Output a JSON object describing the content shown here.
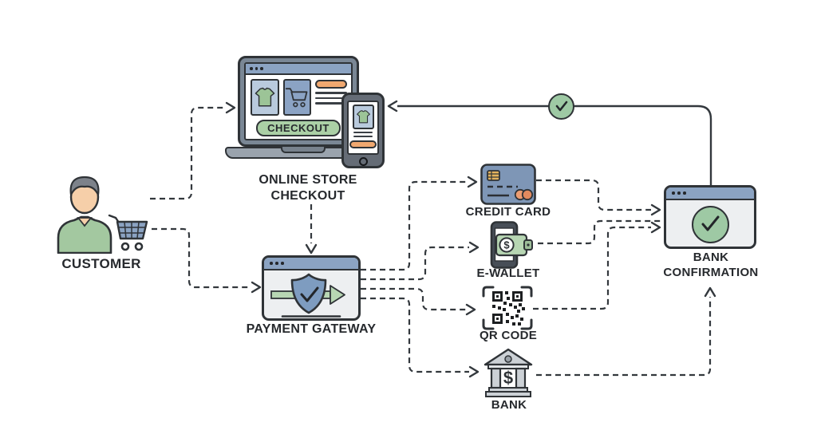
{
  "diagram": {
    "name": "Online payment flow diagram",
    "background": "#ffffff",
    "colors": {
      "outline": "#2f3337",
      "slate_blue_bar": "#8ba3c2",
      "slate_blue_card": "#7e96b6",
      "slate_blue_light": "#b9cadd",
      "shield_blue": "#7e9cc0",
      "button_green": "#abd0a6",
      "check_green": "#9ec9a4",
      "shirt_green": "#9cc497",
      "wallet_green": "#b7d6b3",
      "orange": "#f0a870",
      "window_body": "#edeff1",
      "device_gray": "#7a8795",
      "bank_gray": "#ccd1d6"
    },
    "icons": {
      "customer": "person-with-shopping-cart-icon",
      "online_store_checkout": "laptop-and-phone-storefront-icon",
      "payment_gateway": "shield-check-window-icon",
      "credit_card": "credit-card-icon",
      "e_wallet": "phone-wallet-icon",
      "qr_code": "qr-code-scan-icon",
      "bank": "bank-building-icon",
      "bank_confirmation": "check-window-icon",
      "approval_badge": "check-circle-icon"
    },
    "nodes": {
      "customer": {
        "label": "CUSTOMER"
      },
      "online_store_checkout": {
        "label_line1": "ONLINE STORE",
        "label_line2": "CHECKOUT",
        "checkout_button_label": "CHECKOUT"
      },
      "payment_gateway": {
        "label": "PAYMENT GATEWAY"
      },
      "credit_card": {
        "label": "CREDIT CARD"
      },
      "e_wallet": {
        "label": "E-WALLET",
        "symbol": "$"
      },
      "qr_code": {
        "label": "QR CODE"
      },
      "bank": {
        "label": "BANK",
        "symbol": "$"
      },
      "bank_confirmation": {
        "label_line1": "BANK",
        "label_line2": "CONFIRMATION"
      }
    }
  }
}
